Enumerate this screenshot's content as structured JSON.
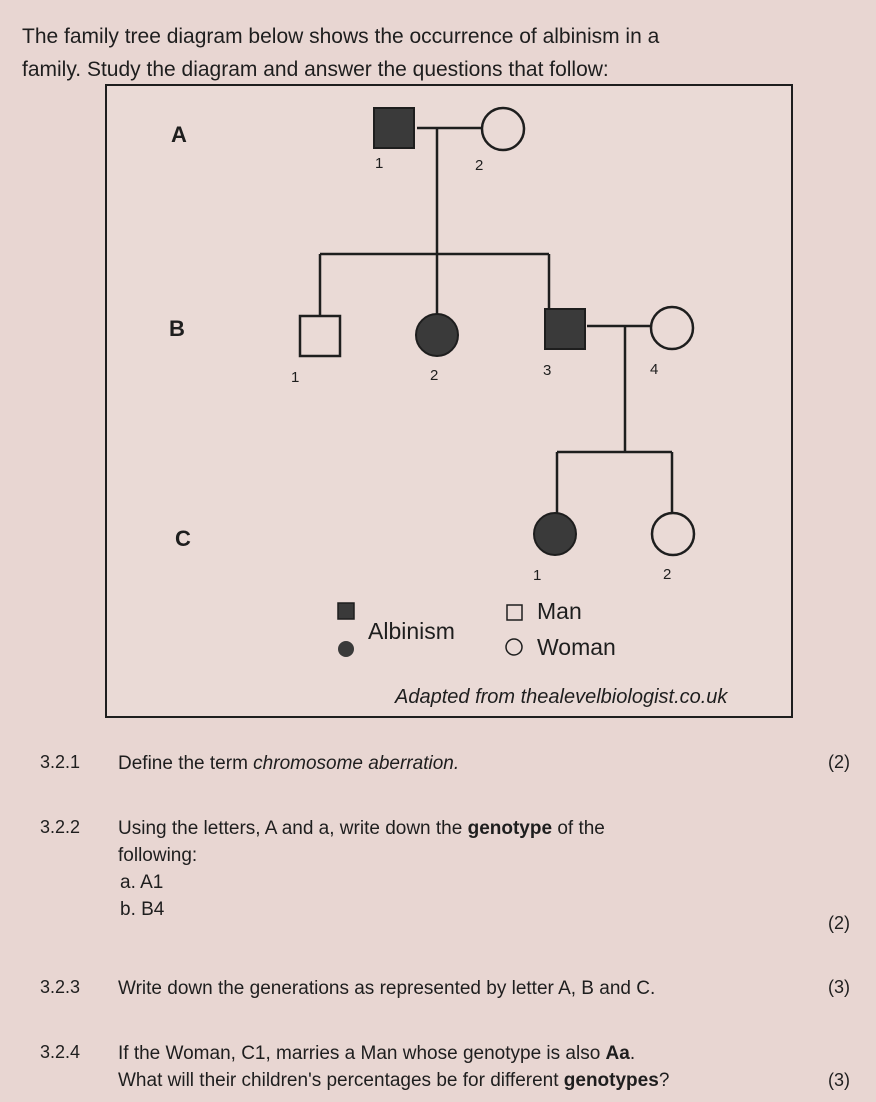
{
  "intro": {
    "line1": "The family tree diagram below shows the occurrence of albinism in a",
    "line2": "family. Study the diagram and answer the questions that follow:"
  },
  "pedigree": {
    "generations": [
      "A",
      "B",
      "C"
    ],
    "A": {
      "n1": "1",
      "n2": "2"
    },
    "B": {
      "n1": "1",
      "n2": "2",
      "n3": "3",
      "n4": "4"
    },
    "C": {
      "n1": "1",
      "n2": "2"
    },
    "legend": {
      "affected": "Albinism",
      "man": "Man",
      "woman": "Woman"
    },
    "source": "Adapted from thealevelbiologist.co.uk",
    "colors": {
      "affected": "#3a3a3a",
      "line": "#1e1e1e"
    }
  },
  "questions": [
    {
      "num": "3.2.1",
      "pre": "Define the term ",
      "em": "chromosome aberration.",
      "marks": "(2)"
    },
    {
      "num": "3.2.2",
      "pre": "Using the letters, A and a, write down the ",
      "bold": "genotype",
      "post": " of the",
      "line2": "following:",
      "a": "a.  A1",
      "b": "b.  B4",
      "marks": "(2)"
    },
    {
      "num": "3.2.3",
      "text": "Write down the generations as represented by letter A, B and C.",
      "marks": "(3)"
    },
    {
      "num": "3.2.4",
      "pre": "If the Woman, C1, marries a Man whose genotype is also ",
      "bold": "Aa",
      "post": ".",
      "line2pre": "What will their children's percentages be for different ",
      "line2bold": "genotypes",
      "line2post": "?",
      "marks": "(3)"
    }
  ]
}
